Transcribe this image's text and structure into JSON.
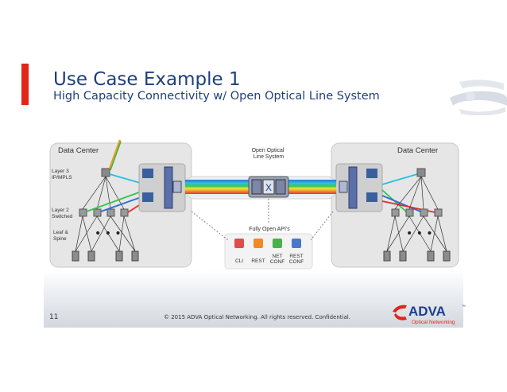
{
  "slide": {
    "title": "Use Case Example 1",
    "subtitle": "High Capacity Connectivity w/ Open Optical Line System",
    "page_number": "11",
    "copyright": "© 2015 ADVA Optical Networking. All rights reserved. Confidential."
  },
  "diagram": {
    "left_dc_label": "Data Center",
    "right_dc_label": "Data Center",
    "layer3_label": "Layer 3\nIP/MPLS",
    "layer2_label": "Layer 2\nSwitched",
    "leaf_spine_label": "Leaf &\nSpine",
    "ols_label": "Open Optical\nLine System",
    "apis_label": "Fully Open API's",
    "api_items": [
      "CLI",
      "REST",
      "NET\nCONF",
      "REST\nCONF"
    ]
  },
  "logo": {
    "name": "ADVA",
    "tagline": "Optical Networking",
    "tm": "™"
  },
  "colors": {
    "accent": "#e1251b",
    "title": "#1f3f7c",
    "brand_blue": "#1c3f8f",
    "dc_box": "#e6e6e6"
  }
}
